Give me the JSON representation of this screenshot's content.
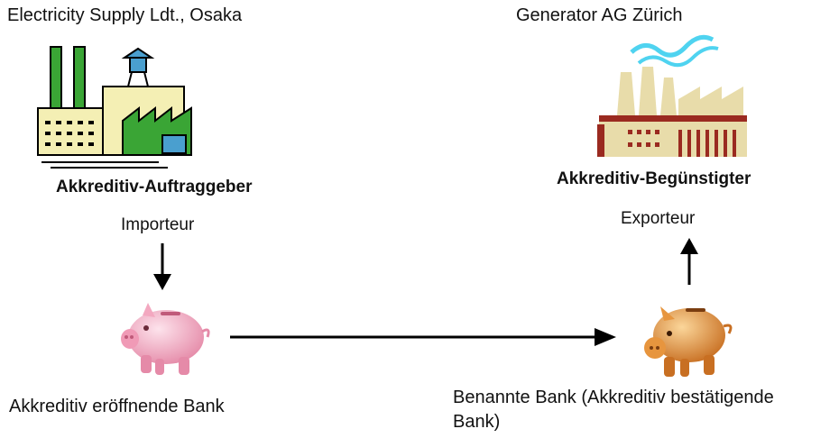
{
  "left_party": {
    "company": "Electricity Supply Ldt., Osaka",
    "role": "Akkreditiv-Auftraggeber",
    "type": "Importeur",
    "bank": "Akkreditiv eröffnende Bank"
  },
  "right_party": {
    "company": "Generator AG Zürich",
    "role": "Akkreditiv-Begünstigter",
    "type": "Exporteur",
    "bank_line1": "Benannte Bank (Akkreditiv bestätigende",
    "bank_line2": "Bank)"
  },
  "icons": {
    "left_factory": "power-plant-icon",
    "right_factory": "factory-icon",
    "left_bank": "piggy-bank-pink-icon",
    "right_bank": "piggy-bank-gold-icon"
  },
  "colors": {
    "green": "#3aa535",
    "cream": "#f4efb4",
    "pink": "#f6b5c8",
    "gold": "#e9a55a",
    "arrow": "#000000"
  }
}
